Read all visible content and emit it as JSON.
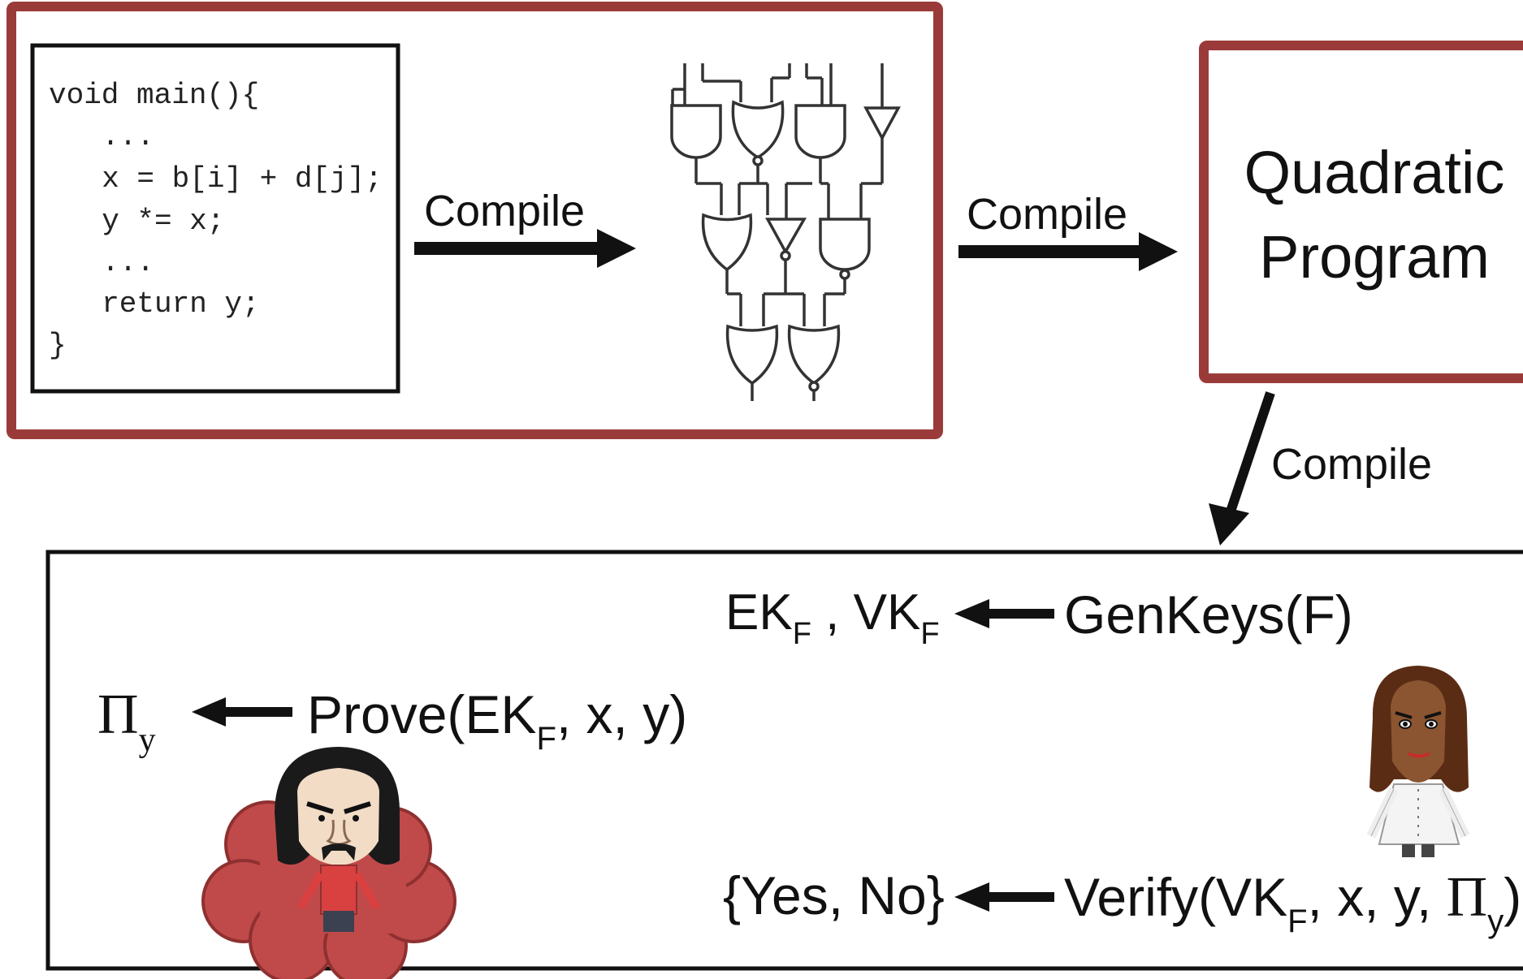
{
  "colors": {
    "frame": "#9a3b3a",
    "ink": "#111111",
    "cloud": "#c04a4a",
    "cloud_edge": "#8f3030"
  },
  "code": {
    "lines": [
      "void main(){",
      "  ...",
      "  x = b[i] + d[j];",
      "  y *= x;",
      "  ...",
      "  return y;",
      "}"
    ]
  },
  "arrows": {
    "compile_1": "Compile",
    "compile_2": "Compile",
    "compile_3": "Compile"
  },
  "qp": {
    "line1": "Quadratic",
    "line2": "Program"
  },
  "protocol": {
    "keys_ek": "EK",
    "keys_sep": " , VK",
    "keys_sub": "F",
    "genkeys": "GenKeys(F)",
    "proof_symbol": "Π",
    "proof_sub": "y",
    "prove_pre": "Prove(EK",
    "prove_sub": "F",
    "prove_post": ", x, y)",
    "result": "{Yes, No}",
    "verify_pre": "Verify(VK",
    "verify_sub": "F",
    "verify_mid": ", x, y, ",
    "verify_pi": "Π",
    "verify_pi_sub": "y",
    "verify_post": ")"
  },
  "icons": {
    "circuit": "logic-gate-circuit-icon",
    "prover": "prover-avatar-icon",
    "verifier": "verifier-avatar-icon"
  }
}
